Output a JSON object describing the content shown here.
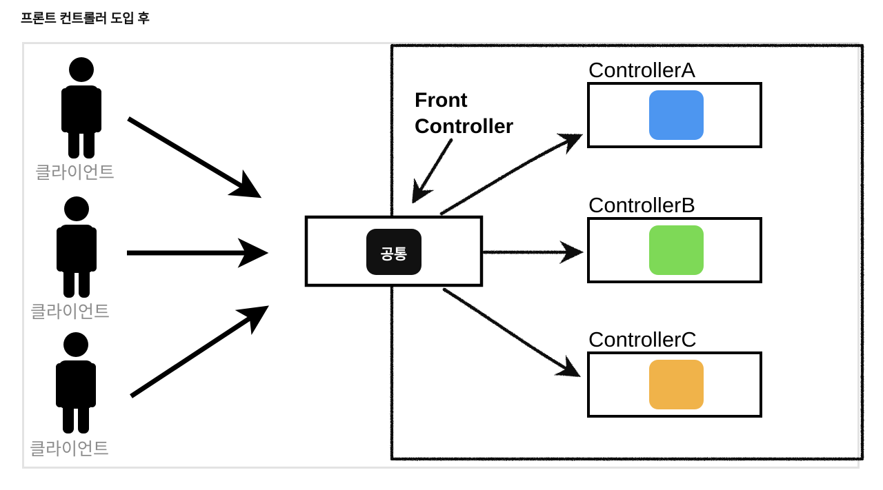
{
  "page": {
    "title": "프론트 컨트롤러 도입 후",
    "background_color": "#ffffff"
  },
  "diagram": {
    "outer_frame": {
      "name": "diagram-outer-frame",
      "border_color": "#e3e3e3"
    },
    "server_boundary": {
      "name": "server-boundary",
      "style": "rough-sketch",
      "border_color": "#111111"
    },
    "clients": [
      {
        "label": "클라이언트",
        "color": "#8c8c8c",
        "icon": "person-icon"
      },
      {
        "label": "클라이언트",
        "color": "#8c8c8c",
        "icon": "person-icon"
      },
      {
        "label": "클라이언트",
        "color": "#8c8c8c",
        "icon": "person-icon"
      }
    ],
    "front_controller": {
      "annotation": "Front\nController",
      "annotation_line1": "Front",
      "annotation_line2": "Controller",
      "inner_label": "공통",
      "inner_fill": "#111111",
      "inner_text_color": "#ffffff",
      "box_border_color": "#000000",
      "box_fill": "#ffffff"
    },
    "controllers": [
      {
        "title": "ControllerA",
        "swatch_color": "#4d96f0",
        "border_color": "#000000"
      },
      {
        "title": "ControllerB",
        "swatch_color": "#7ed957",
        "border_color": "#000000"
      },
      {
        "title": "ControllerC",
        "swatch_color": "#f0b34a",
        "border_color": "#000000"
      }
    ],
    "arrows": {
      "client_to_front": 3,
      "front_to_controller": 3,
      "annotation_pointer": 1,
      "color": "#000000"
    }
  }
}
